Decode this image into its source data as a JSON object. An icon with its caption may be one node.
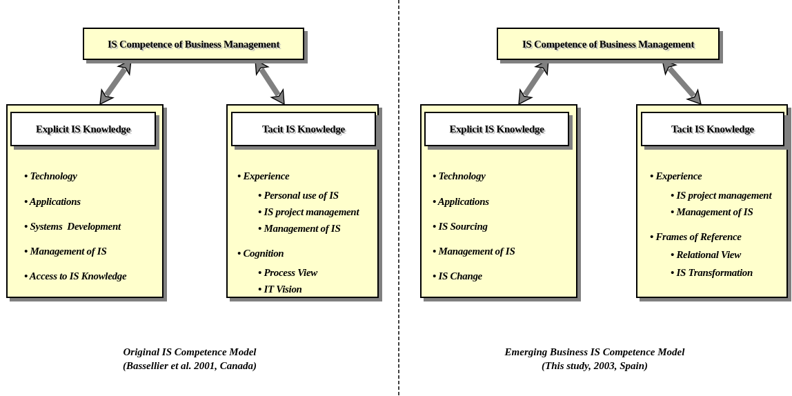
{
  "diagram": {
    "nodes": [
      {
        "text": [
          "IS Competence of Business Management"
        ]
      },
      {
        "text": [
          "• Technology",
          "• Applications",
          "• Systems  Development",
          "• Management of IS",
          "• Access to IS Knowledge"
        ]
      },
      {
        "text": [
          "Explicit IS Knowledge"
        ],
        "in": 1
      },
      {
        "text": [
          "• Experience",
          "• Personal use of IS",
          "• IS project management",
          "• Management of IS",
          "• Cognition",
          "• Process View",
          "• IT Vision"
        ]
      },
      {
        "text": [
          "Tacit IS Knowledge"
        ],
        "in": 3
      },
      {
        "text": [
          "IS Competence of Business Management"
        ]
      },
      {
        "text": [
          "• Technology",
          "• Applications",
          "• IS Sourcing",
          "• Management of IS",
          "• IS Change"
        ]
      },
      {
        "text": [
          "Explicit IS Knowledge"
        ],
        "in": 6
      },
      {
        "text": [
          "• Experience",
          "• IS project management",
          "• Management of IS",
          "• Frames of Reference",
          "• Relational View",
          "• IS Transformation"
        ]
      },
      {
        "text": [
          "Tacit IS Knowledge"
        ],
        "in": 8
      }
    ],
    "edges": [
      {
        "from": 0,
        "to": 1,
        "arrow": "both"
      },
      {
        "from": 0,
        "to": 3,
        "arrow": "both"
      },
      {
        "from": 5,
        "to": 6,
        "arrow": "both"
      },
      {
        "from": 5,
        "to": 8,
        "arrow": "both"
      }
    ],
    "labels": [
      "Original IS Competence Model (Bassellier et al. 2001, Canada)",
      "Emerging Business IS Competence Model (This study, 2003, Spain)"
    ]
  }
}
